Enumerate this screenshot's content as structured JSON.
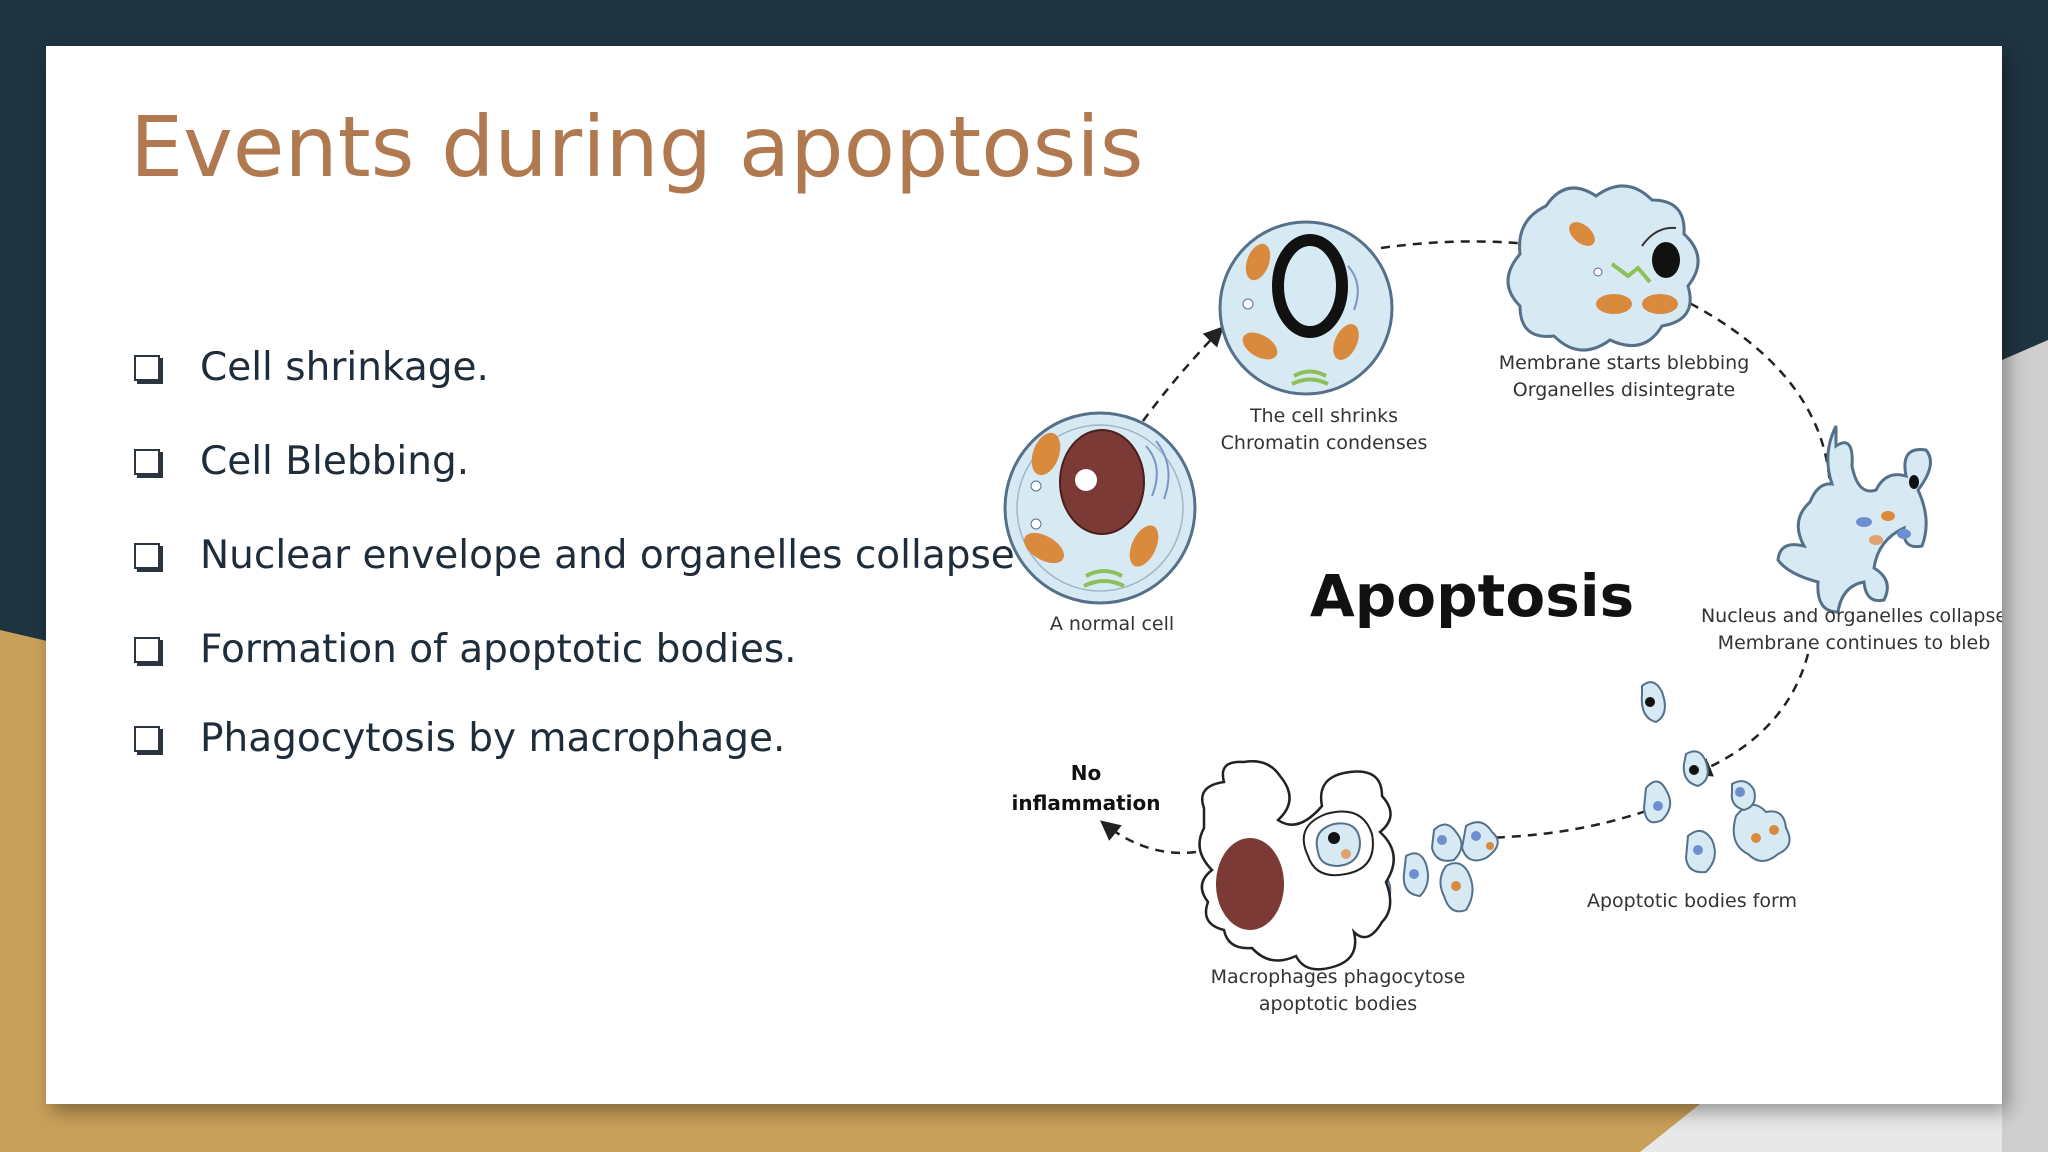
{
  "slide": {
    "title": "Events during apoptosis",
    "bullets": [
      "Cell shrinkage.",
      "Cell Blebbing.",
      "Nuclear envelope and organelles collapse",
      "Formation of apoptotic bodies.",
      "Phagocytosis by macrophage."
    ]
  },
  "diagram": {
    "center_label": "Apoptosis",
    "stages": {
      "normal": "A normal cell",
      "shrink_1": "The cell shrinks",
      "shrink_2": "Chromatin condenses",
      "bleb_1": "Membrane starts blebbing",
      "bleb_2": "Organelles disintegrate",
      "collapse_1": "Nucleus and organelles collapse",
      "collapse_2": "Membrane continues to bleb",
      "bodies": "Apoptotic bodies form",
      "macro_1": "Macrophages phagocytose",
      "macro_2": "apoptotic bodies",
      "noinfl_1": "No",
      "noinfl_2": "inflammation"
    }
  },
  "colors": {
    "background_dark": "#1f3441",
    "accent_gold": "#c9a05a",
    "title": "#b0794f",
    "cell_fill": "#d7e9f2",
    "mitochondria": "#d98a3d",
    "nucleus": "#7b3a35"
  }
}
